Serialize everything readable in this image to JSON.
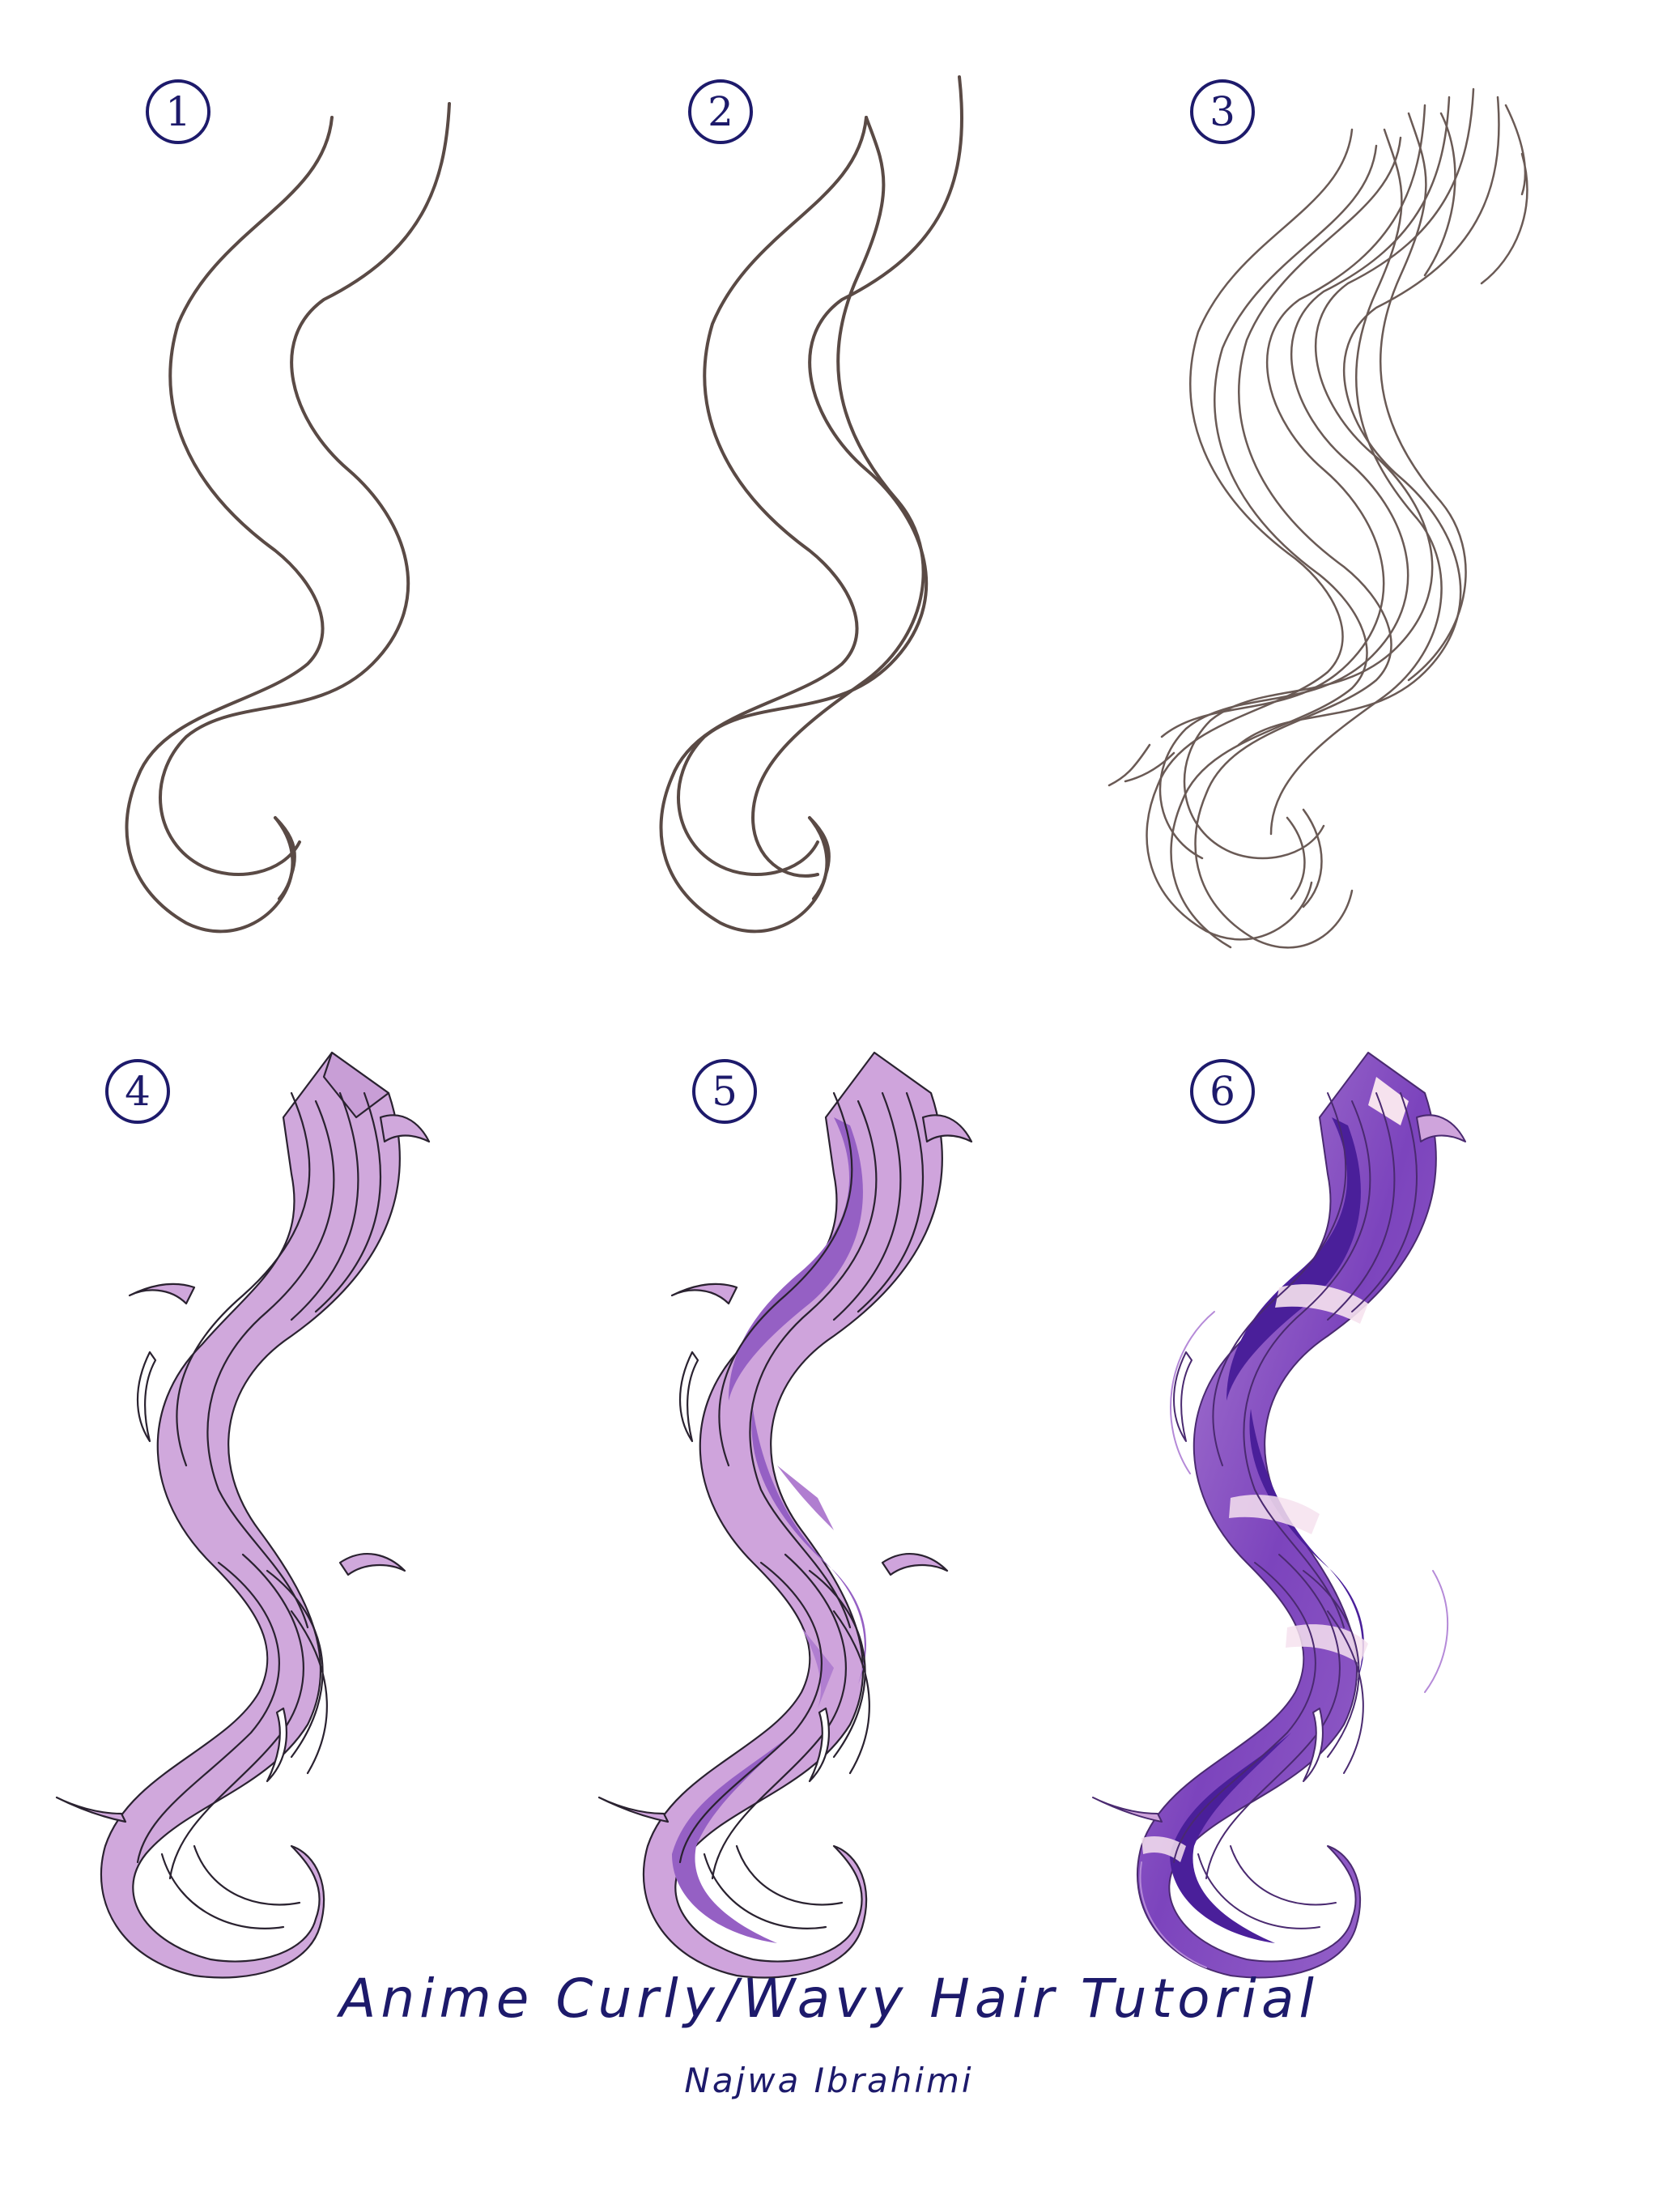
{
  "title": "Anime Curly/Wavy Hair Tutorial",
  "author": "Najwa Ibrahimi",
  "colors": {
    "ink": "#1d1a6b",
    "sketch_line": "#5a4a45",
    "base_fill": "#d0a8dc",
    "shadow_fill": "#9560c4",
    "deep_shadow": "#5d2aa8",
    "highlight": "#f6e2ee"
  },
  "steps": [
    {
      "number": "1",
      "stage": "outline-sketch"
    },
    {
      "number": "2",
      "stage": "strand-division"
    },
    {
      "number": "3",
      "stage": "detailed-strands"
    },
    {
      "number": "4",
      "stage": "base-color"
    },
    {
      "number": "5",
      "stage": "shading"
    },
    {
      "number": "6",
      "stage": "highlights"
    }
  ]
}
